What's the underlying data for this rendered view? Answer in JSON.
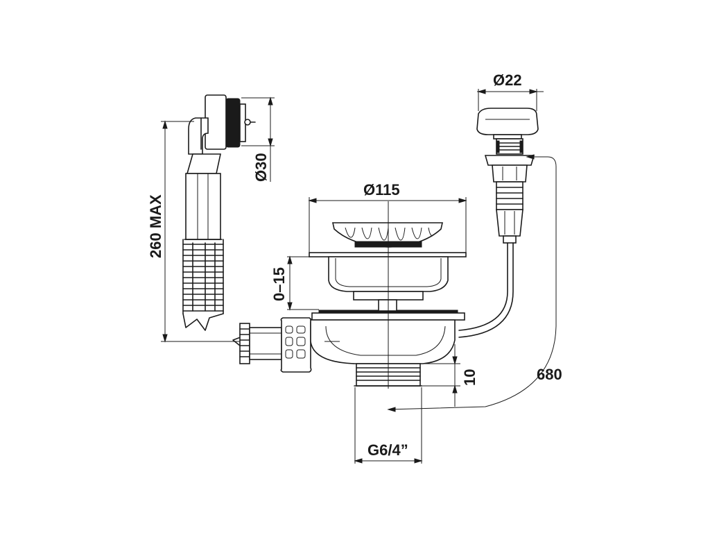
{
  "title": "",
  "colors": {
    "line": "#1a1a1a",
    "background": "#ffffff",
    "fill": "#e9e9e9"
  },
  "dimensions": {
    "overflow_height": "260 MAX",
    "overflow_diameter": "Ø30",
    "strainer_diameter": "Ø115",
    "strainer_adjust": "0–15",
    "knob_diameter": "Ø22",
    "thread": "G6/4”",
    "thread_length": "10",
    "cable_length": "680"
  }
}
